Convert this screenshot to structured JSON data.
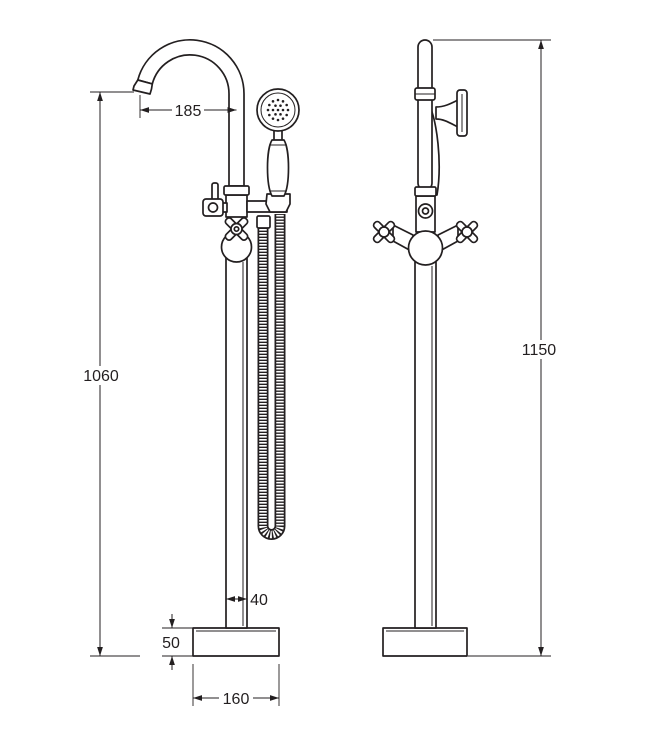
{
  "dimensions": {
    "spout_reach": "185",
    "outlet_height": "1060",
    "pipe_diameter": "40",
    "base_height": "50",
    "base_width": "160",
    "overall_height": "1150"
  }
}
